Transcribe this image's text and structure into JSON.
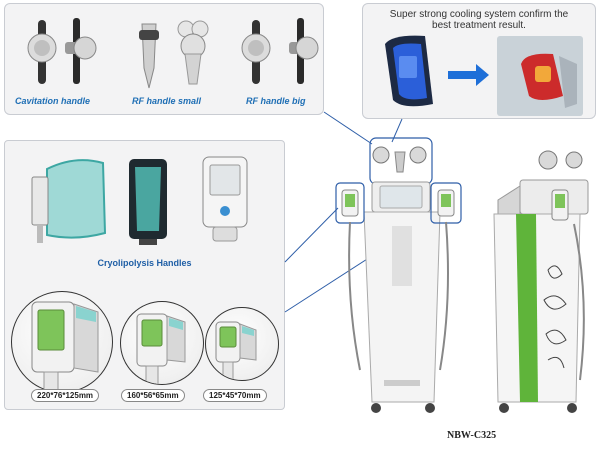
{
  "handles": {
    "cavitation_label": "Cavitation handle",
    "rf_small_label": "RF handle small",
    "rf_big_label": "RF handle big"
  },
  "cooling": {
    "line1": "Super strong cooling system confirm the",
    "line2": "best treatment result."
  },
  "cryo": {
    "title": "Cryolipolysis Handles",
    "sizes": [
      "220*76*125mm",
      "160*56*65mm",
      "125*45*70mm"
    ]
  },
  "model": "NBW-C325",
  "colors": {
    "accent_blue": "#1f6fb5",
    "screen_green": "#7ec45a",
    "machine_green": "#5fb43a",
    "cool_blue": "#2b5fd9",
    "arrow_blue": "#1e6fd8"
  }
}
